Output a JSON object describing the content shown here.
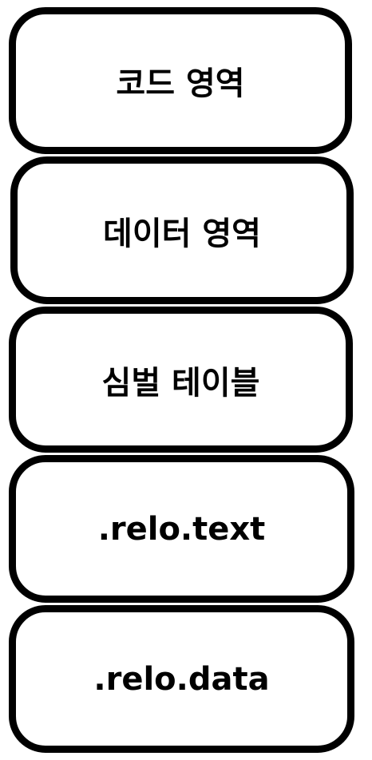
{
  "blocks": [
    {
      "label": "코드 영역"
    },
    {
      "label": "데이터 영역"
    },
    {
      "label": "심벌 테이블"
    },
    {
      "label": ".relo.text"
    },
    {
      "label": ".relo.data"
    }
  ]
}
